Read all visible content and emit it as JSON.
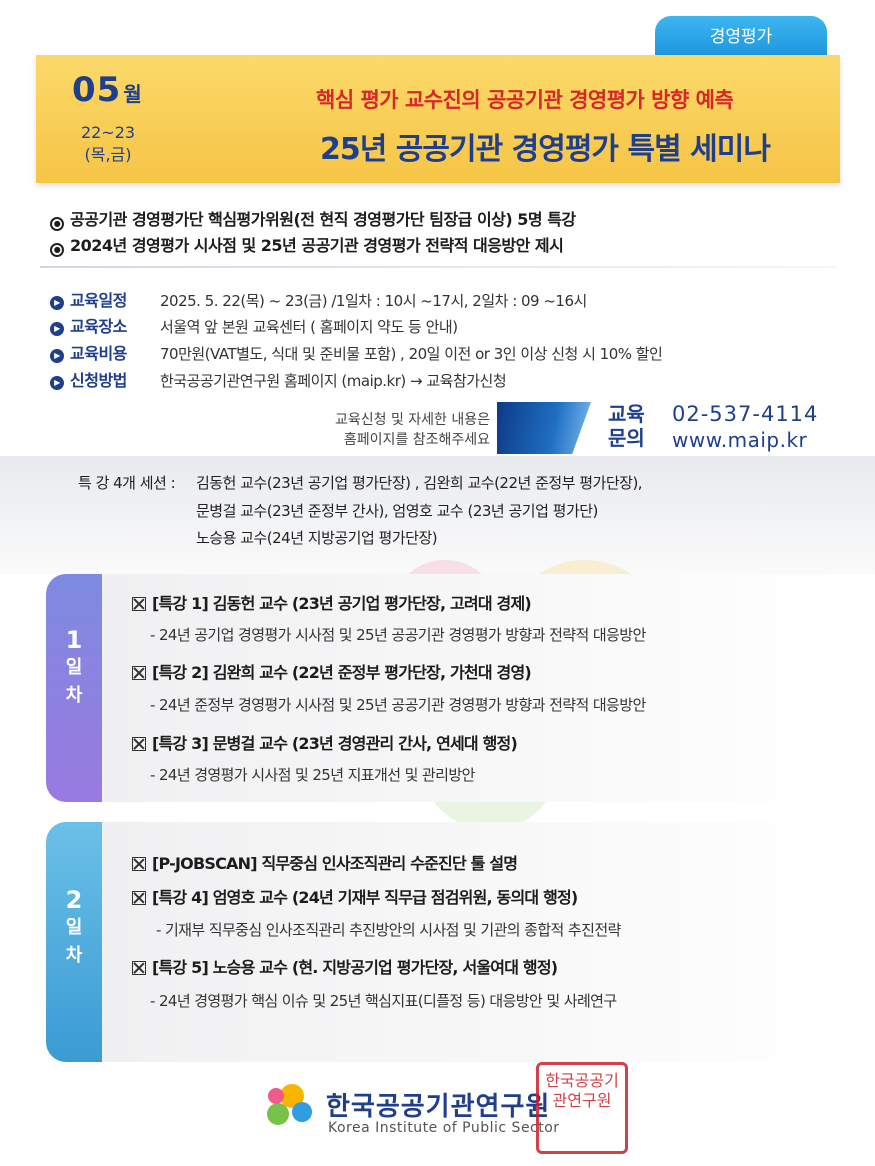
{
  "category_tab": "경영평가",
  "header": {
    "month_num": "05",
    "month_unit": "월",
    "days_range": "22~23",
    "days_weekdays": "(목,금)",
    "subtitle": "핵심 평가 교수진의 공공기관 경영평가 방향 예측",
    "title": "25년 공공기관 경영평가 특별 세미나"
  },
  "highlights": [
    "공공기관 경영평가단 핵심평가위원(전 현직 경영평가단 팀장급 이상)  5명 특강",
    "2024년 경영평가 시사점 및 25년 공공기관 경영평가 전략적 대응방안 제시"
  ],
  "info": [
    {
      "label": "교육일정",
      "value": "2025. 5. 22(목) ~ 23(금)  /1일차 : 10시 ~17시, 2일차 : 09 ~16시"
    },
    {
      "label": "교육장소",
      "value": "서울역 앞 본원 교육센터 ( 홈페이지 약도 등 안내)"
    },
    {
      "label": "교육비용",
      "value": "70만원(VAT별도, 식대 및 준비물 포함) ,  20일 이전 or 3인 이상 신청 시 10% 할인"
    },
    {
      "label": "신청방법",
      "value": "한국공공기관연구원  홈페이지 (maip.kr) → 교육참가신청"
    }
  ],
  "contact": {
    "note_line1": "교육신청 및 자세한 내용은",
    "note_line2": "홈페이지를 참조해주세요",
    "label_line1": "교육",
    "label_line2": "문의",
    "phone": "02-537-4114",
    "website": "www.maip.kr"
  },
  "sessions": {
    "label": "특 강  4개 세션 :",
    "line1": "김동헌 교수(23년 공기업 평가단장) ,  김완희 교수(22년 준정부 평가단장),",
    "line2": "문병걸 교수(23년 준정부 간사), 엄영호 교수 (23년 공기업 평가단)",
    "line3": "노승용 교수(24년 지방공기업 평가단장)"
  },
  "day1": {
    "num": "1",
    "char1": "일",
    "char2": "차",
    "items": [
      {
        "title": "[특강 1]   김동헌 교수 (23년 공기업 평가단장, 고려대 경제)",
        "desc": "- 24년 공기업 경영평가 시사점 및 25년 공공기관 경영평가 방향과 전략적 대응방안"
      },
      {
        "title": "[특강 2]   김완희 교수 (22년 준정부 평가단장, 가천대 경영)",
        "desc": "- 24년 준정부 경영평가 시사점 및 25년 공공기관 경영평가 방향과 전략적 대응방안"
      },
      {
        "title": "[특강 3]  문병걸 교수  (23년 경영관리 간사, 연세대 행정)",
        "desc": "- 24년 경영평가 시사점 및 25년 지표개선 및 관리방안"
      }
    ]
  },
  "day2": {
    "num": "2",
    "char1": "일",
    "char2": "차",
    "items": [
      {
        "title": "[P-JOBSCAN]  직무중심 인사조직관리  수준진단 툴 설명",
        "desc": ""
      },
      {
        "title": "[특강 4]   엄영호 교수 (24년 기재부 직무급 점검위원, 동의대 행정)",
        "desc": "- 기재부 직무중심 인사조직관리 추진방안의 시사점 및 기관의 종합적 추진전략"
      },
      {
        "title": "[특강 5]   노승용 교수 (현. 지방공기업 평가단장, 서울여대 행정)",
        "desc": "- 24년 경영평가 핵심 이슈 및 25년 핵심지표(디플정 등) 대응방안 및 사례연구"
      }
    ]
  },
  "footer": {
    "org_name": "한국공공기관연구원",
    "org_name_en": "Korea Institute of Public Sector",
    "seal_text": "한국공공기관연구원"
  },
  "colors": {
    "navy": "#1f3f8c",
    "red": "#d6282b",
    "yellow": "#f6c545",
    "sky": "#1a93dd"
  }
}
